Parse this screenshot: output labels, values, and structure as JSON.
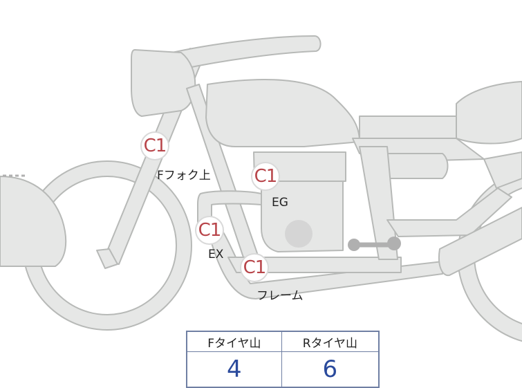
{
  "markers": [
    {
      "code": "C1",
      "label": "Fフォク上"
    },
    {
      "code": "C1",
      "label": "EG"
    },
    {
      "code": "C1",
      "label": "EX"
    },
    {
      "code": "C1",
      "label": "フレーム"
    }
  ],
  "tire_table": {
    "headers": [
      "Fタイヤ山",
      "Rタイヤ山"
    ],
    "values": [
      "4",
      "6"
    ]
  },
  "colors": {
    "body_fill": "#e6e7e6",
    "body_stroke": "#b7b9b7",
    "marker_text": "#b8454a",
    "table_border": "#6f7fa3",
    "table_value": "#2a4a9c"
  }
}
